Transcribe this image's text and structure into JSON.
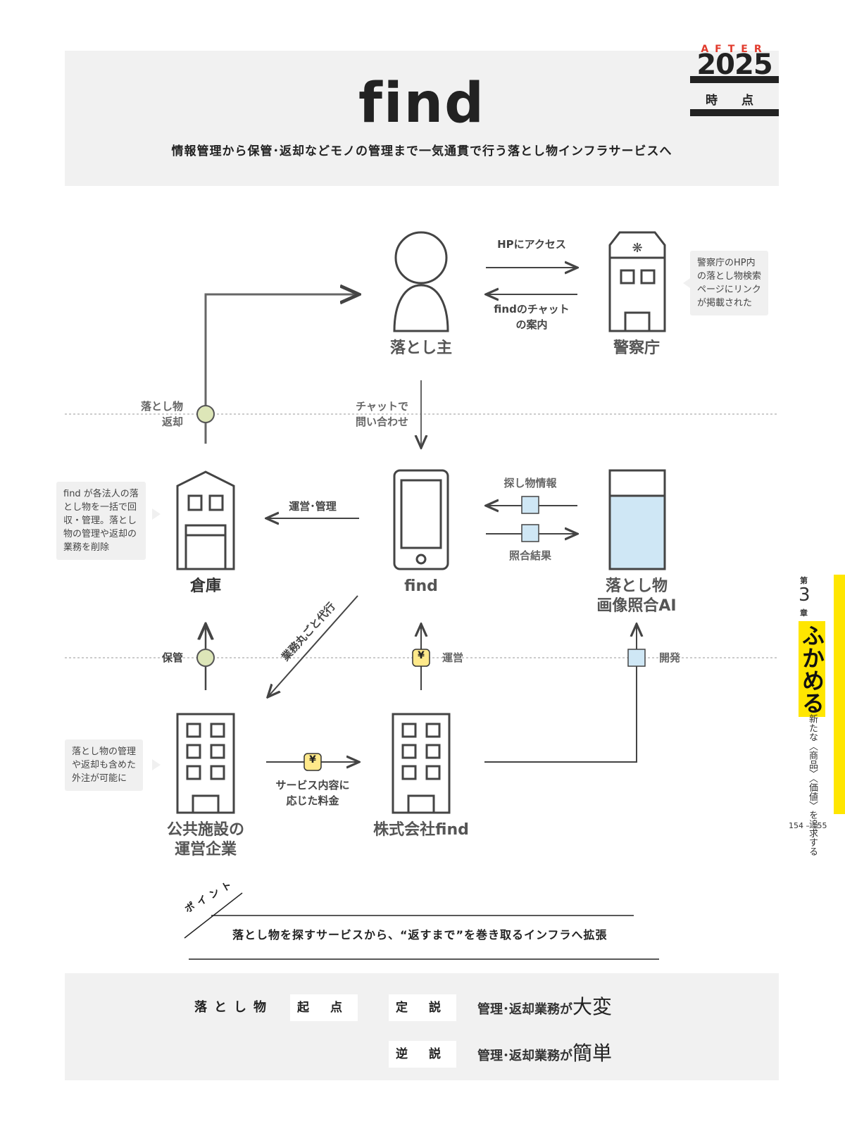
{
  "header": {
    "title": "find",
    "subtitle": "情報管理から保管･返却などモノの管理まで一気通貫で行う落とし物インフラサービスへ",
    "badge": {
      "after": "AFTER",
      "year": "2025",
      "label": "時 点"
    }
  },
  "nodes": {
    "otoshinushi": "落とし主",
    "keisatsu": "警察庁",
    "souko": "倉庫",
    "find_app": "find",
    "ai_line1": "落とし物",
    "ai_line2": "画像照合AI",
    "kokyo_line1": "公共施設の",
    "kokyo_line2": "運営企業",
    "kabushiki": "株式会社find"
  },
  "edges": {
    "hp_access": "HPにアクセス",
    "chat_guide_1": "findのチャット",
    "chat_guide_2": "の案内",
    "return_1": "落とし物",
    "return_2": "返却",
    "inquiry_1": "チャットで",
    "inquiry_2": "問い合わせ",
    "operation_mgmt": "運営･管理",
    "search_info": "探し物情報",
    "match_result": "照合結果",
    "full_outsource": "業務丸ごと代行",
    "storage": "保管",
    "operate": "運営",
    "develop": "開発",
    "fee_1": "サービス内容に",
    "fee_2": "応じた料金",
    "yen": "¥"
  },
  "notes": {
    "police": [
      "警察庁のHP内",
      "の落とし物検索",
      "ページにリンク",
      "が掲載された"
    ],
    "warehouse": [
      "find が各法人の落",
      "とし物を一括で回",
      "収・管理。落とし",
      "物の管理や返却の",
      "業務を削除"
    ],
    "company": [
      "落とし物の管理",
      "や返却も含めた",
      "外注が可能に"
    ]
  },
  "sidebar": {
    "dai": "第",
    "chapter": "3",
    "sho": "章",
    "title": "ふかめる",
    "subtitle": "新たな〈商品〉〈価値〉を追求する",
    "pages": "154 – 155"
  },
  "point": {
    "badge": "ポイント",
    "text": "落とし物を探すサービスから、“返すまで”を巻き取るインフラへ拡張"
  },
  "bottom": {
    "subject": "落とし物",
    "origin": "起 点",
    "teisetsu": "定 説",
    "gyakusetsu": "逆 説",
    "conventional_prefix": "管理･返却業務が",
    "conventional_big": "大変",
    "reverse_prefix": "管理･返却業務が",
    "reverse_big": "簡単"
  },
  "colors": {
    "accent_yellow": "#ffe600",
    "circle_green": "#dde6b8",
    "ai_blue": "#cfe7f5",
    "after_red": "#e13a2c"
  }
}
